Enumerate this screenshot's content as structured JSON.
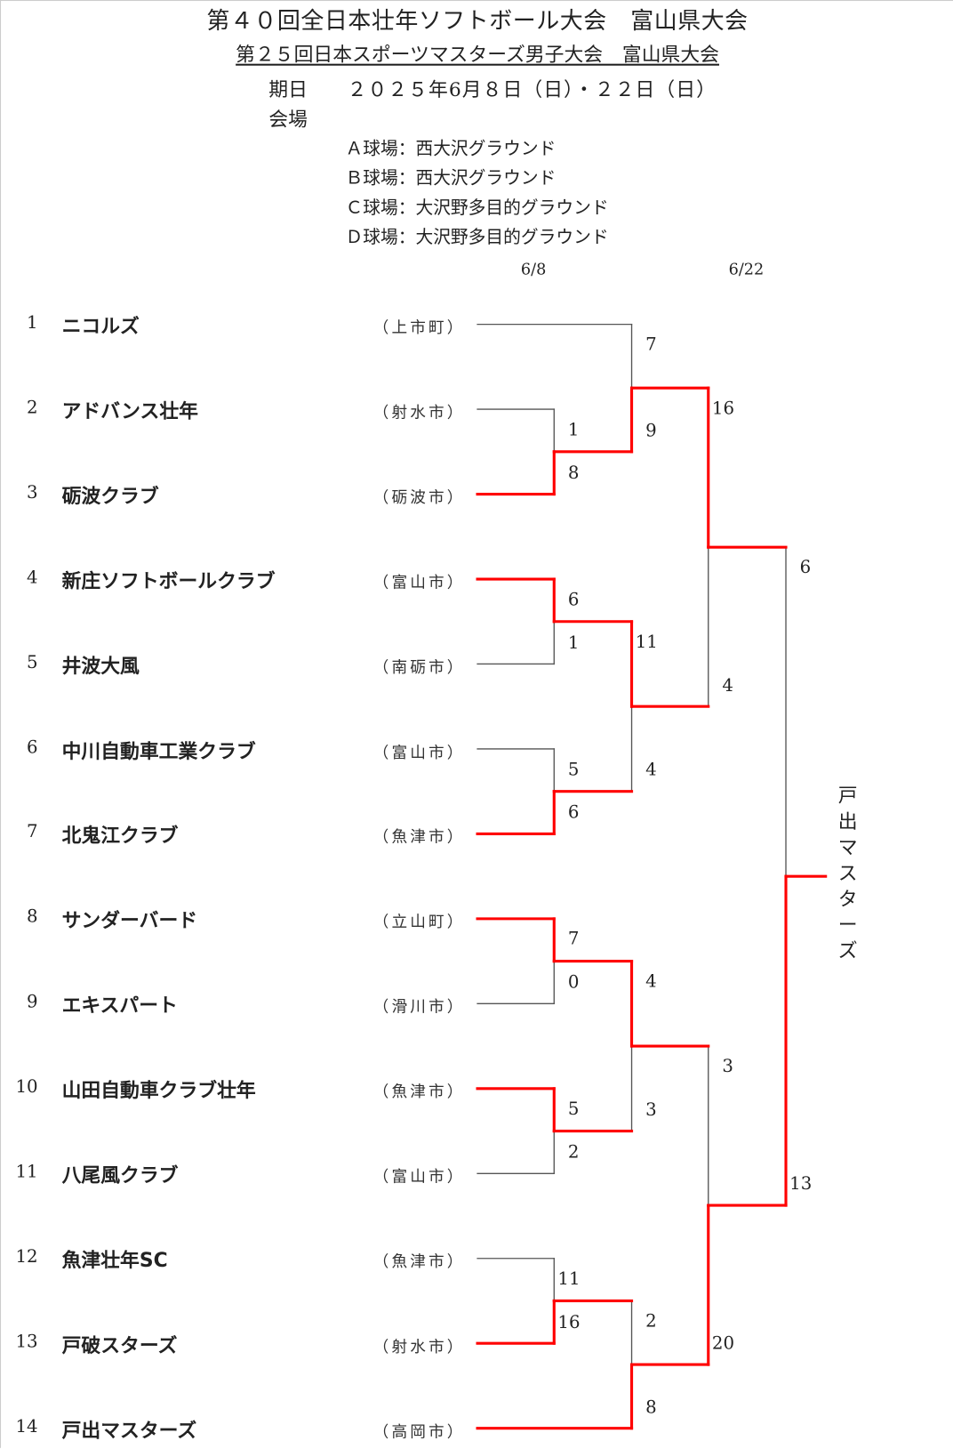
{
  "header": {
    "title": "第４０回全日本壮年ソフトボール大会　富山県大会",
    "subtitle": "第２５回日本スポーツマスターズ男子大会　富山県大会",
    "date_label": "期日",
    "date_value": "２０２５年6月８日（日）・２２日（日）",
    "venue_label": "会場",
    "venues": [
      "Ａ球場：西大沢グラウンド",
      "Ｂ球場：西大沢グラウンド",
      "Ｃ球場：大沢野多目的グラウンド",
      "Ｄ球場：大沢野多目的グラウンド"
    ]
  },
  "round_dates": [
    "6/8",
    "6/22"
  ],
  "colors": {
    "winner_line": "#ff0000",
    "line": "#555555"
  },
  "teams": [
    {
      "no": "1",
      "name": "ニコルズ",
      "city": "（上市町）"
    },
    {
      "no": "2",
      "name": "アドバンス壮年",
      "city": "（射水市）"
    },
    {
      "no": "3",
      "name": "砺波クラブ",
      "city": "（砺波市）"
    },
    {
      "no": "4",
      "name": "新庄ソフトボールクラブ",
      "city": "（富山市）"
    },
    {
      "no": "5",
      "name": "井波大風",
      "city": "（南砺市）"
    },
    {
      "no": "6",
      "name": "中川自動車工業クラブ",
      "city": "（富山市）"
    },
    {
      "no": "7",
      "name": "北鬼江クラブ",
      "city": "（魚津市）"
    },
    {
      "no": "8",
      "name": "サンダーバード",
      "city": "（立山町）"
    },
    {
      "no": "9",
      "name": "エキスパート",
      "city": "（滑川市）"
    },
    {
      "no": "10",
      "name": "山田自動車クラブ壮年",
      "city": "（魚津市）"
    },
    {
      "no": "11",
      "name": "八尾風クラブ",
      "city": "（富山市）"
    },
    {
      "no": "12",
      "name": "魚津壮年SC",
      "city": "（魚津市）"
    },
    {
      "no": "13",
      "name": "戸破スターズ",
      "city": "（射水市）"
    },
    {
      "no": "14",
      "name": "戸出マスターズ",
      "city": "（高岡市）"
    }
  ],
  "matches": [
    {
      "id": "m1",
      "round": 1,
      "top": "t2",
      "bottom": "t3",
      "scores": [
        "1",
        "8"
      ],
      "winner": "bottom"
    },
    {
      "id": "m2",
      "round": 1,
      "top": "t4",
      "bottom": "t5",
      "scores": [
        "6",
        "1"
      ],
      "winner": "top"
    },
    {
      "id": "m3",
      "round": 1,
      "top": "t6",
      "bottom": "t7",
      "scores": [
        "5",
        "6"
      ],
      "winner": "bottom"
    },
    {
      "id": "m4",
      "round": 1,
      "top": "t8",
      "bottom": "t9",
      "scores": [
        "7",
        "0"
      ],
      "winner": "top"
    },
    {
      "id": "m5",
      "round": 1,
      "top": "t10",
      "bottom": "t11",
      "scores": [
        "5",
        "2"
      ],
      "winner": "top"
    },
    {
      "id": "m6",
      "round": 1,
      "top": "t12",
      "bottom": "t13",
      "scores": [
        "11",
        "16"
      ],
      "winner": "bottom"
    },
    {
      "id": "m7",
      "round": 2,
      "top": "t1",
      "bottom": "m1",
      "scores": [
        "7",
        "9"
      ],
      "winner": "bottom"
    },
    {
      "id": "m8",
      "round": 2,
      "top": "m2",
      "bottom": "m3",
      "scores": [
        "11",
        "4"
      ],
      "winner": "top"
    },
    {
      "id": "m9",
      "round": 2,
      "top": "m4",
      "bottom": "m5",
      "scores": [
        "4",
        "3"
      ],
      "winner": "top"
    },
    {
      "id": "m10",
      "round": 2,
      "top": "m6",
      "bottom": "t14",
      "scores": [
        "2",
        "8"
      ],
      "winner": "bottom"
    },
    {
      "id": "m11",
      "round": 3,
      "top": "m7",
      "bottom": "m8",
      "scores": [
        "16",
        "4"
      ],
      "winner": "top"
    },
    {
      "id": "m12",
      "round": 3,
      "top": "m9",
      "bottom": "m10",
      "scores": [
        "3",
        "20"
      ],
      "winner": "bottom"
    },
    {
      "id": "m13",
      "round": 4,
      "top": "m11",
      "bottom": "m12",
      "scores": [
        "6",
        "13"
      ],
      "winner": "bottom"
    }
  ],
  "champion": "戸出マスターズ"
}
